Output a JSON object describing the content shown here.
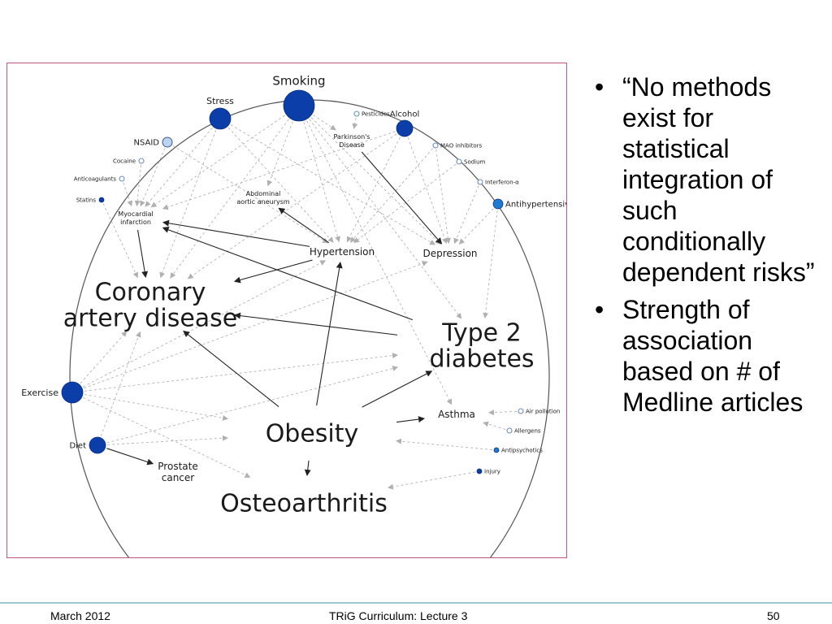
{
  "diagram": {
    "nodes": [
      {
        "id": "smoking",
        "label": "Smoking",
        "size": "xlarge",
        "fill": "#0b3ea8",
        "labelPos": "above",
        "tier": "risk"
      },
      {
        "id": "stress",
        "label": "Stress",
        "size": "large",
        "fill": "#0b3ea8",
        "labelPos": "above",
        "tier": "risk"
      },
      {
        "id": "alcohol",
        "label": "Alcohol",
        "size": "medium",
        "fill": "#0b3ea8",
        "labelPos": "above",
        "tier": "risk"
      },
      {
        "id": "nsaid",
        "label": "NSAID",
        "size": "small",
        "fill": "#bcd4ee",
        "labelPos": "left",
        "tier": "risk"
      },
      {
        "id": "pesticides",
        "label": "Pesticides",
        "size": "tiny",
        "fill": "#ffffff",
        "labelPos": "right",
        "tier": "risk"
      },
      {
        "id": "mao",
        "label": "MAO inhibitors",
        "size": "tiny",
        "fill": "#ffffff",
        "labelPos": "right",
        "tier": "risk"
      },
      {
        "id": "cocaine",
        "label": "Cocaine",
        "size": "tiny",
        "fill": "#ffffff",
        "labelPos": "left",
        "tier": "risk"
      },
      {
        "id": "sodium",
        "label": "Sodium",
        "size": "tiny",
        "fill": "#ffffff",
        "labelPos": "right",
        "tier": "risk"
      },
      {
        "id": "anticoag",
        "label": "Anticoagulants",
        "size": "tiny",
        "fill": "#ffffff",
        "labelPos": "left",
        "tier": "risk"
      },
      {
        "id": "interferon",
        "label": "Interferon-α",
        "size": "tiny",
        "fill": "#ffffff",
        "labelPos": "right",
        "tier": "risk"
      },
      {
        "id": "statins",
        "label": "Statins",
        "size": "tiny",
        "fill": "#0b3ea8",
        "labelPos": "left",
        "tier": "risk"
      },
      {
        "id": "antihyper",
        "label": "Antihypertensives",
        "size": "small",
        "fill": "#1f7bd0",
        "labelPos": "right",
        "tier": "risk"
      },
      {
        "id": "exercise",
        "label": "Exercise",
        "size": "large",
        "fill": "#0b3ea8",
        "labelPos": "left",
        "tier": "risk"
      },
      {
        "id": "diet",
        "label": "Diet",
        "size": "medium",
        "fill": "#0b3ea8",
        "labelPos": "left",
        "tier": "risk"
      },
      {
        "id": "airpollution",
        "label": "Air pollution",
        "size": "tiny",
        "fill": "#ffffff",
        "labelPos": "right",
        "tier": "risk"
      },
      {
        "id": "allergens",
        "label": "Allergens",
        "size": "tiny",
        "fill": "#ffffff",
        "labelPos": "right",
        "tier": "risk"
      },
      {
        "id": "antipsych",
        "label": "Antipsychotics",
        "size": "tiny",
        "fill": "#1f7bd0",
        "labelPos": "right",
        "tier": "risk"
      },
      {
        "id": "injury",
        "label": "Injury",
        "size": "tiny",
        "fill": "#0b3ea8",
        "labelPos": "right",
        "tier": "risk"
      },
      {
        "id": "parkinsons",
        "label": "Parkinson's\nDisease",
        "tier": "small"
      },
      {
        "id": "mi",
        "label": "Myocardial\ninfarction",
        "tier": "small"
      },
      {
        "id": "aaa",
        "label": "Abdominal\naortic aneurysm",
        "tier": "small"
      },
      {
        "id": "hypertension",
        "label": "Hypertension",
        "tier": "medium"
      },
      {
        "id": "depression",
        "label": "Depression",
        "tier": "medium"
      },
      {
        "id": "asthma",
        "label": "Asthma",
        "tier": "medium"
      },
      {
        "id": "prostate",
        "label": "Prostate\ncancer",
        "tier": "medium"
      },
      {
        "id": "cad",
        "label": "Coronary\nartery disease",
        "tier": "large"
      },
      {
        "id": "t2d",
        "label": "Type 2\ndiabetes",
        "tier": "large"
      },
      {
        "id": "obesity",
        "label": "Obesity",
        "tier": "large"
      },
      {
        "id": "oa",
        "label": "Osteoarthritis",
        "tier": "large"
      }
    ],
    "solid_edges": [
      [
        "mi",
        "cad"
      ],
      [
        "hypertension",
        "cad"
      ],
      [
        "hypertension",
        "aaa"
      ],
      [
        "hypertension",
        "mi"
      ],
      [
        "t2d",
        "mi"
      ],
      [
        "t2d",
        "cad"
      ],
      [
        "obesity",
        "cad"
      ],
      [
        "obesity",
        "hypertension"
      ],
      [
        "obesity",
        "t2d"
      ],
      [
        "obesity",
        "asthma"
      ],
      [
        "obesity",
        "oa"
      ],
      [
        "parkinsons",
        "depression"
      ],
      [
        "diet",
        "prostate"
      ]
    ],
    "dashed_edges": [
      [
        "smoking",
        "mi"
      ],
      [
        "smoking",
        "cad"
      ],
      [
        "smoking",
        "aaa"
      ],
      [
        "smoking",
        "hypertension"
      ],
      [
        "smoking",
        "depression"
      ],
      [
        "smoking",
        "t2d"
      ],
      [
        "smoking",
        "parkinsons"
      ],
      [
        "smoking",
        "asthma"
      ],
      [
        "stress",
        "mi"
      ],
      [
        "stress",
        "cad"
      ],
      [
        "stress",
        "hypertension"
      ],
      [
        "stress",
        "depression"
      ],
      [
        "alcohol",
        "cad"
      ],
      [
        "alcohol",
        "hypertension"
      ],
      [
        "alcohol",
        "depression"
      ],
      [
        "alcohol",
        "mi"
      ],
      [
        "nsaid",
        "mi"
      ],
      [
        "nsaid",
        "hypertension"
      ],
      [
        "pesticides",
        "parkinsons"
      ],
      [
        "cocaine",
        "mi"
      ],
      [
        "anticoag",
        "mi"
      ],
      [
        "statins",
        "cad"
      ],
      [
        "mao",
        "hypertension"
      ],
      [
        "mao",
        "depression"
      ],
      [
        "sodium",
        "hypertension"
      ],
      [
        "interferon",
        "depression"
      ],
      [
        "antihyper",
        "depression"
      ],
      [
        "antihyper",
        "t2d"
      ],
      [
        "exercise",
        "cad"
      ],
      [
        "exercise",
        "hypertension"
      ],
      [
        "exercise",
        "t2d"
      ],
      [
        "exercise",
        "depression"
      ],
      [
        "exercise",
        "obesity"
      ],
      [
        "exercise",
        "oa"
      ],
      [
        "diet",
        "cad"
      ],
      [
        "diet",
        "obesity"
      ],
      [
        "diet",
        "t2d"
      ],
      [
        "airpollution",
        "asthma"
      ],
      [
        "allergens",
        "asthma"
      ],
      [
        "antipsych",
        "obesity"
      ],
      [
        "injury",
        "oa"
      ]
    ]
  },
  "bullets": [
    "“No methods exist for statistical integration of such conditionally dependent risks”",
    "Strength of association based on # of Medline articles"
  ],
  "bullet_symbol": "•",
  "footer": {
    "date": "March 2012",
    "title": "TRiG Curriculum: Lecture 3",
    "page": "50"
  }
}
